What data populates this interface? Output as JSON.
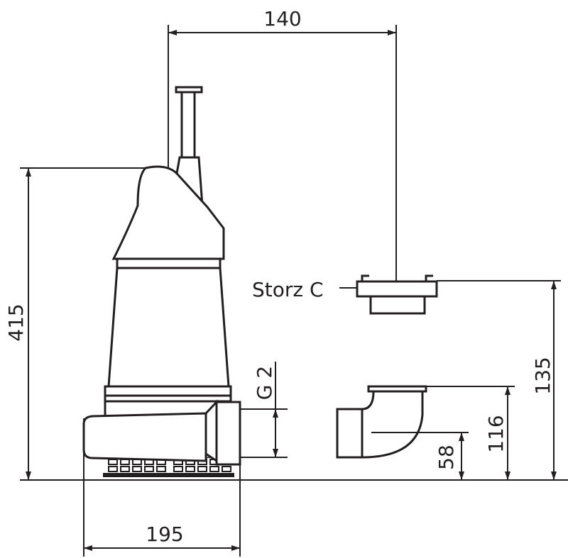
{
  "dimensions": {
    "width_top": "140",
    "height_total": "415",
    "width_base": "195",
    "thread": "G 2",
    "storz_height": "135",
    "elbow_height": "116",
    "elbow_center": "58"
  },
  "labels": {
    "storz": "Storz C"
  },
  "colors": {
    "line": "#231f20",
    "background": "#ffffff"
  }
}
